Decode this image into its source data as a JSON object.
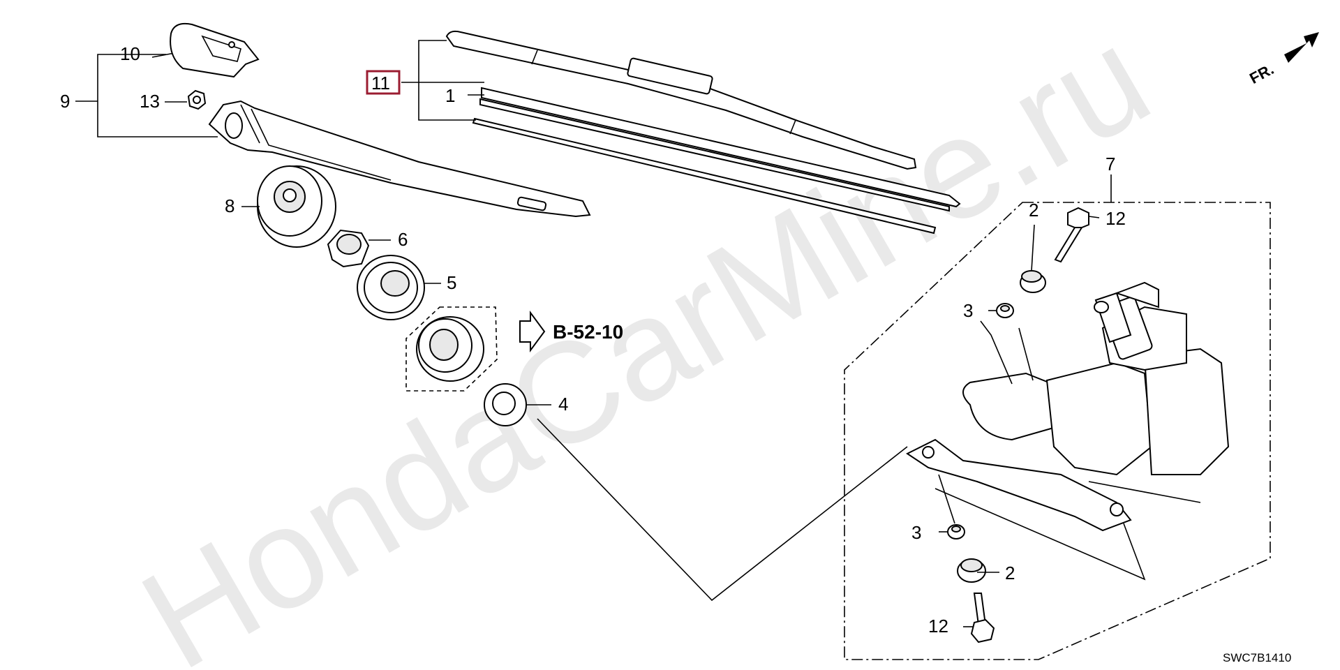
{
  "watermark": "HondaCarMine.ru",
  "direction_label": "FR.",
  "reference_label": "B-52-10",
  "diagram_code": "SWC7B1410",
  "highlight_color": "#9b1c31",
  "callouts": {
    "c1": "1",
    "c2a": "2",
    "c2b": "2",
    "c3a": "3",
    "c3b": "3",
    "c4": "4",
    "c5": "5",
    "c6": "6",
    "c7": "7",
    "c8": "8",
    "c9": "9",
    "c10": "10",
    "c11": "11",
    "c12a": "12",
    "c12b": "12",
    "c13": "13"
  }
}
